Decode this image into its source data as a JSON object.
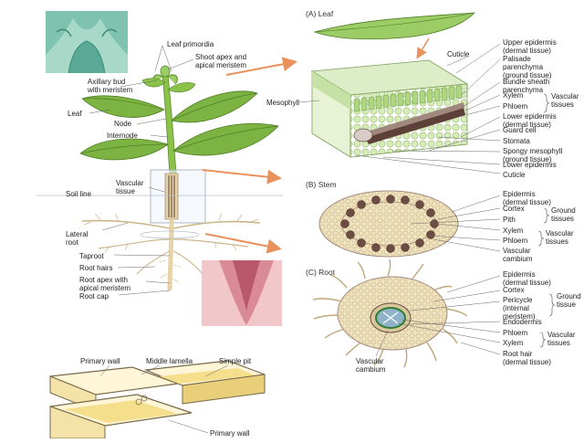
{
  "plant": {
    "leaf_primordia": "Leaf primordia",
    "shoot_apex": "Shoot apex and\napical meristem",
    "axillary_bud": "Axillary bud\nwith meristem",
    "leaf": "Leaf",
    "node": "Node",
    "internode": "Internode",
    "vascular_tissue": "Vascular\ntissue",
    "soil_line": "Soil line",
    "lateral_root": "Lateral\nroot",
    "taproot": "Taproot",
    "root_hairs": "Root hairs",
    "root_apex": "Root apex with\napical meristem",
    "root_cap": "Root cap"
  },
  "leaf_section": {
    "title": "(A) Leaf",
    "cuticle_top": "Cuticle",
    "mesophyll": "Mesophyll",
    "upper_epidermis": "Upper epidermis\n(dermal tissue)",
    "palisade": "Palisade\nparenchyma\n(ground tissue)",
    "bundle_sheath": "Bundle sheath\nparenchyma",
    "xylem": "Xylem",
    "phloem": "Phloem",
    "vascular_tissues": "Vascular\ntissues",
    "lower_epidermis": "Lower epidermis\n(dermal tissue)",
    "guard_cell": "Guard cell",
    "stomata": "Stomata",
    "spongy": "Spongy mesophyll\n(ground tissue)",
    "lower_epidermis_2": "Lower epidermis",
    "cuticle_bottom": "Cuticle"
  },
  "stem_section": {
    "title": "(B) Stem",
    "epidermis": "Epidermis\n(dermal tissue)",
    "cortex": "Cortex",
    "pith": "Pith",
    "ground_tissues": "Ground\ntissues",
    "xylem": "Xylem",
    "phloem": "Phloem",
    "vascular_tissues": "Vascular\ntissues",
    "vascular_cambium": "Vascular\ncambium"
  },
  "root_section": {
    "title": "(C) Root",
    "epidermis": "Epidermis\n(dermal tissue)",
    "cortex": "Cortex",
    "pericycle": "Pericycle\n(internal\nmeristem)",
    "ground_tissue": "Ground\ntissue",
    "endodermis": "Endodermis",
    "phloem": "Phloem",
    "xylem": "Xylem",
    "vascular_tissues": "Vascular\ntissues",
    "root_hair": "Root hair\n(dermal tissue)",
    "vascular_cambium": "Vascular\ncambium"
  },
  "cell_wall": {
    "primary_wall_top": "Primary wall",
    "middle_lamella": "Middle lamella",
    "simple_pit": "Simple pit",
    "primary_wall_bottom": "Primary wall"
  },
  "colors": {
    "leaf_green": "#7cb342",
    "stem_green": "#8bc34a",
    "root_tan": "#e6d3a8",
    "palisade": "#c5e1a5",
    "pink_tissue": "#e8a0a8",
    "micrograph_teal": "#6fb7a6",
    "vascular_dark": "#5d4037",
    "arrow_orange": "#e8915a"
  }
}
